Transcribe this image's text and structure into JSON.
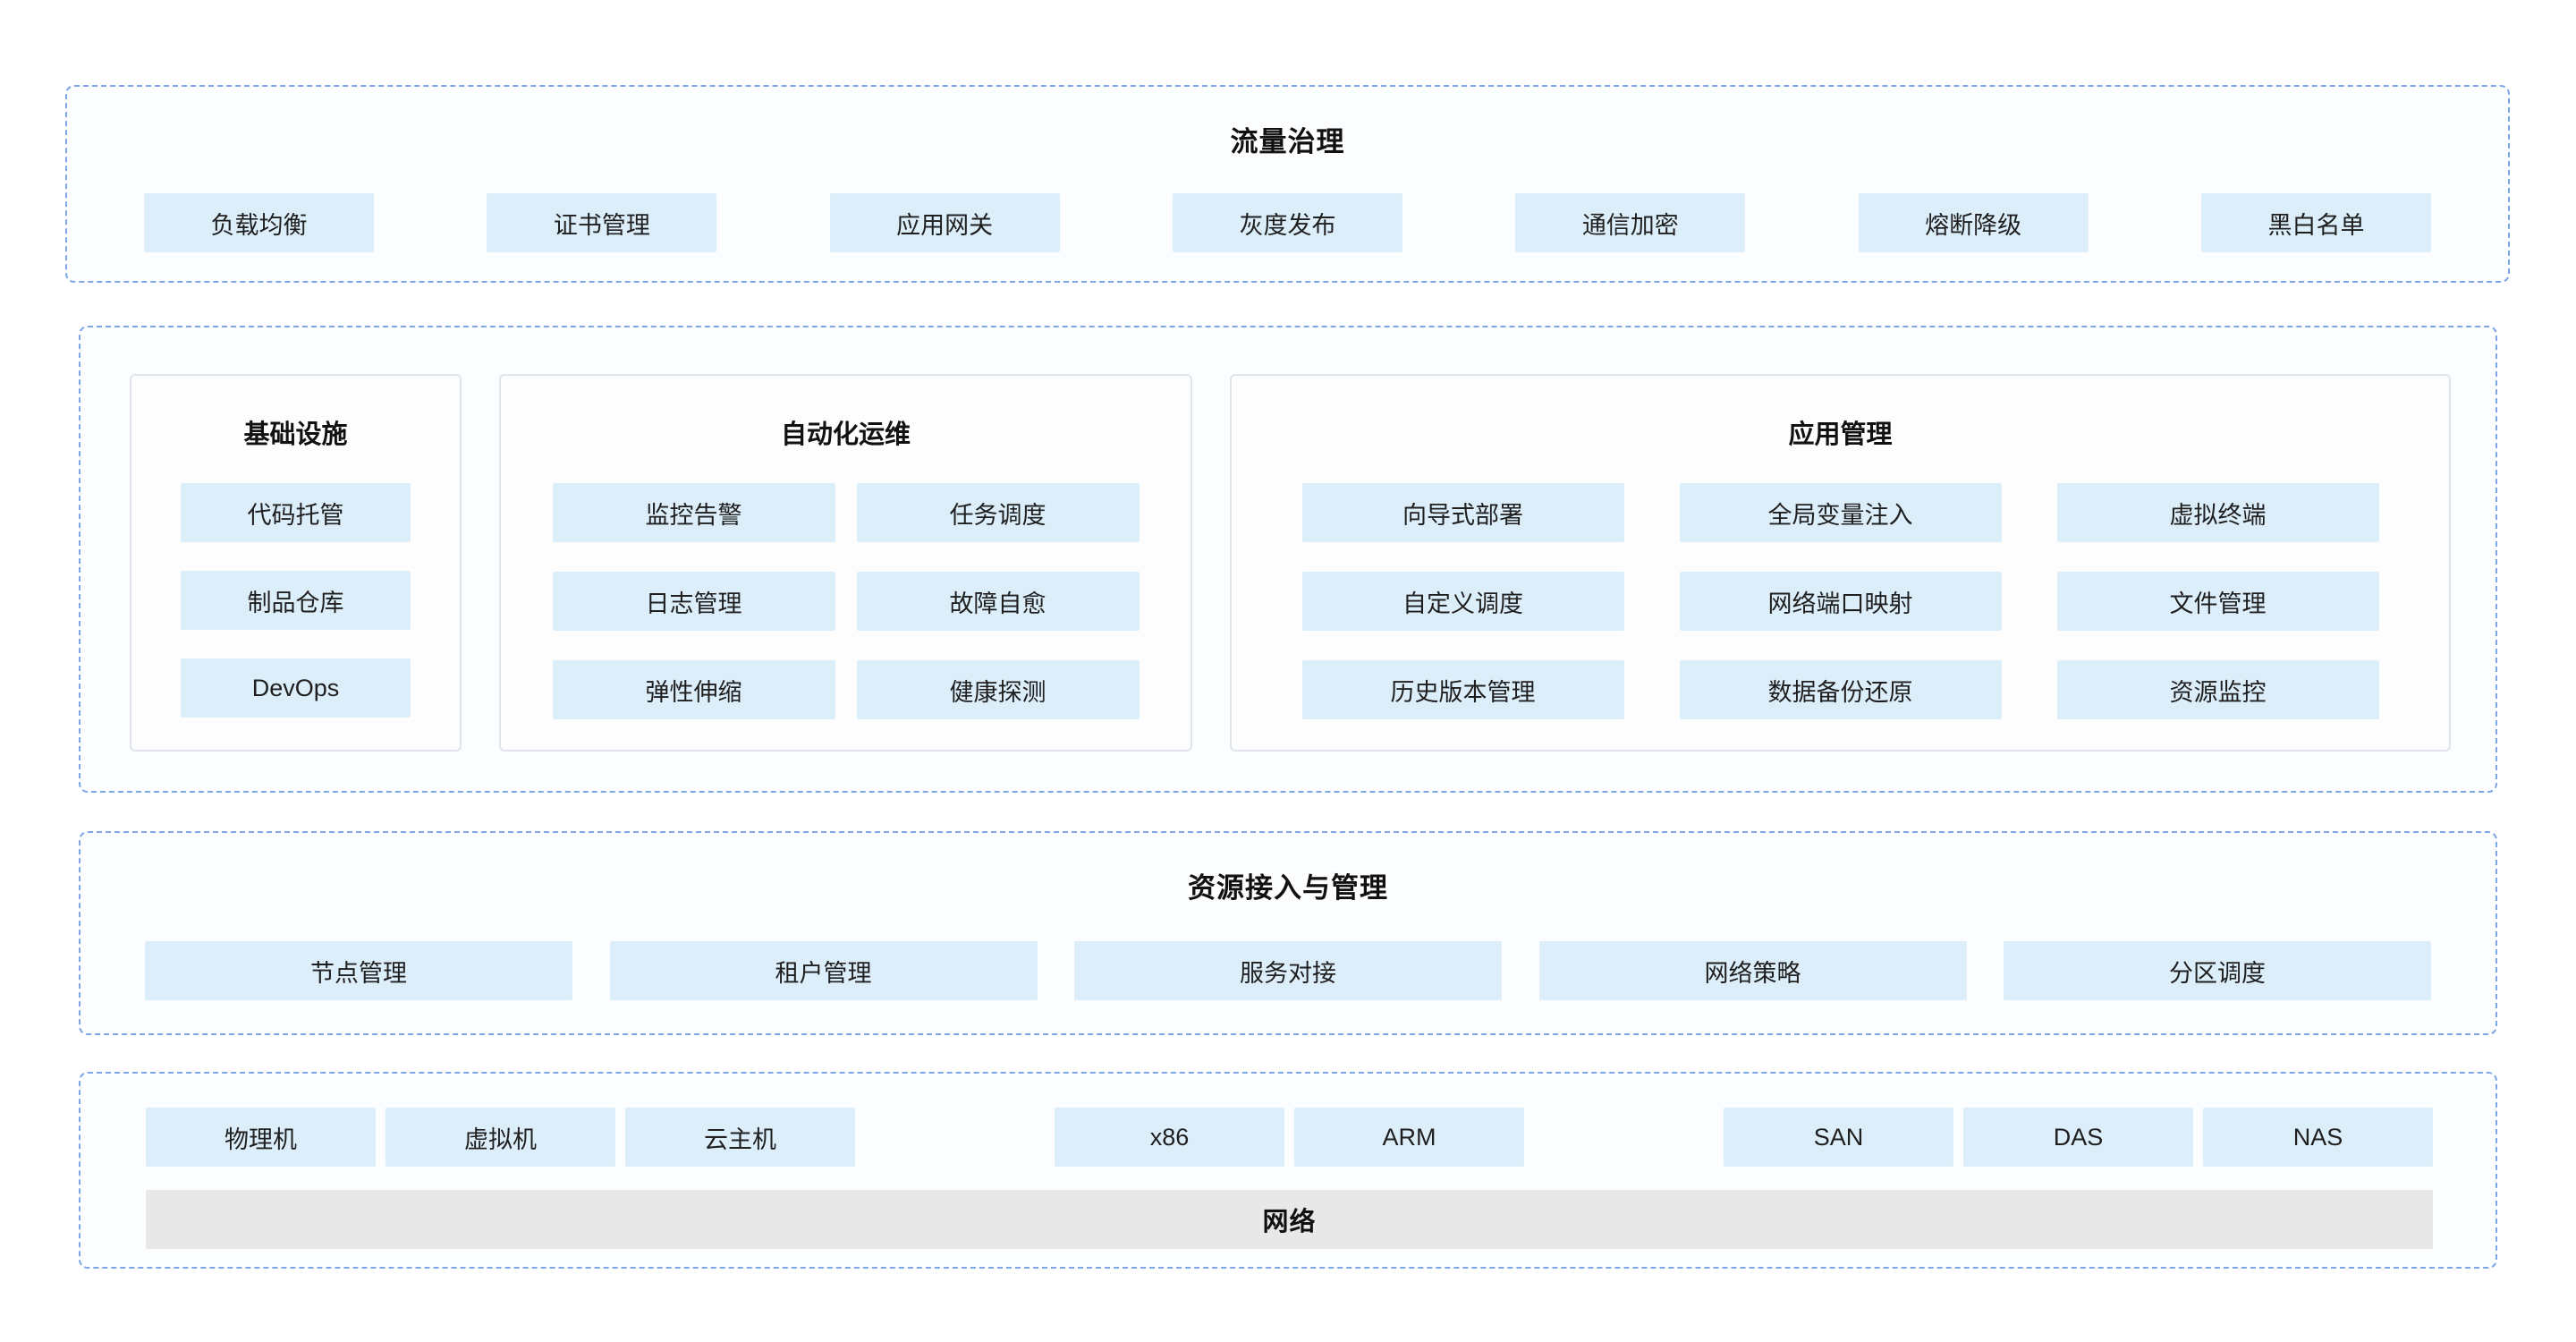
{
  "colors": {
    "chip_bg": "#ddeefb",
    "dashed_border": "#7ea6e6",
    "panel_border": "#e0e5ec",
    "network_bg": "#e8e8e8"
  },
  "traffic": {
    "title": "流量治理",
    "items": [
      "负载均衡",
      "证书管理",
      "应用网关",
      "灰度发布",
      "通信加密",
      "熔断降级",
      "黑白名单"
    ]
  },
  "platform": {
    "infrastructure": {
      "title": "基础设施",
      "items": [
        "代码托管",
        "制品仓库",
        "DevOps"
      ]
    },
    "automation": {
      "title": "自动化运维",
      "items": [
        "监控告警",
        "任务调度",
        "日志管理",
        "故障自愈",
        "弹性伸缩",
        "健康探测"
      ]
    },
    "application": {
      "title": "应用管理",
      "items": [
        "向导式部署",
        "全局变量注入",
        "虚拟终端",
        "自定义调度",
        "网络端口映射",
        "文件管理",
        "历史版本管理",
        "数据备份还原",
        "资源监控"
      ]
    }
  },
  "resource": {
    "title": "资源接入与管理",
    "items": [
      "节点管理",
      "租户管理",
      "服务对接",
      "网络策略",
      "分区调度"
    ]
  },
  "hardware": {
    "compute": [
      "物理机",
      "虚拟机",
      "云主机"
    ],
    "arch": [
      "x86",
      "ARM"
    ],
    "storage": [
      "SAN",
      "DAS",
      "NAS"
    ],
    "network_label": "网络"
  }
}
